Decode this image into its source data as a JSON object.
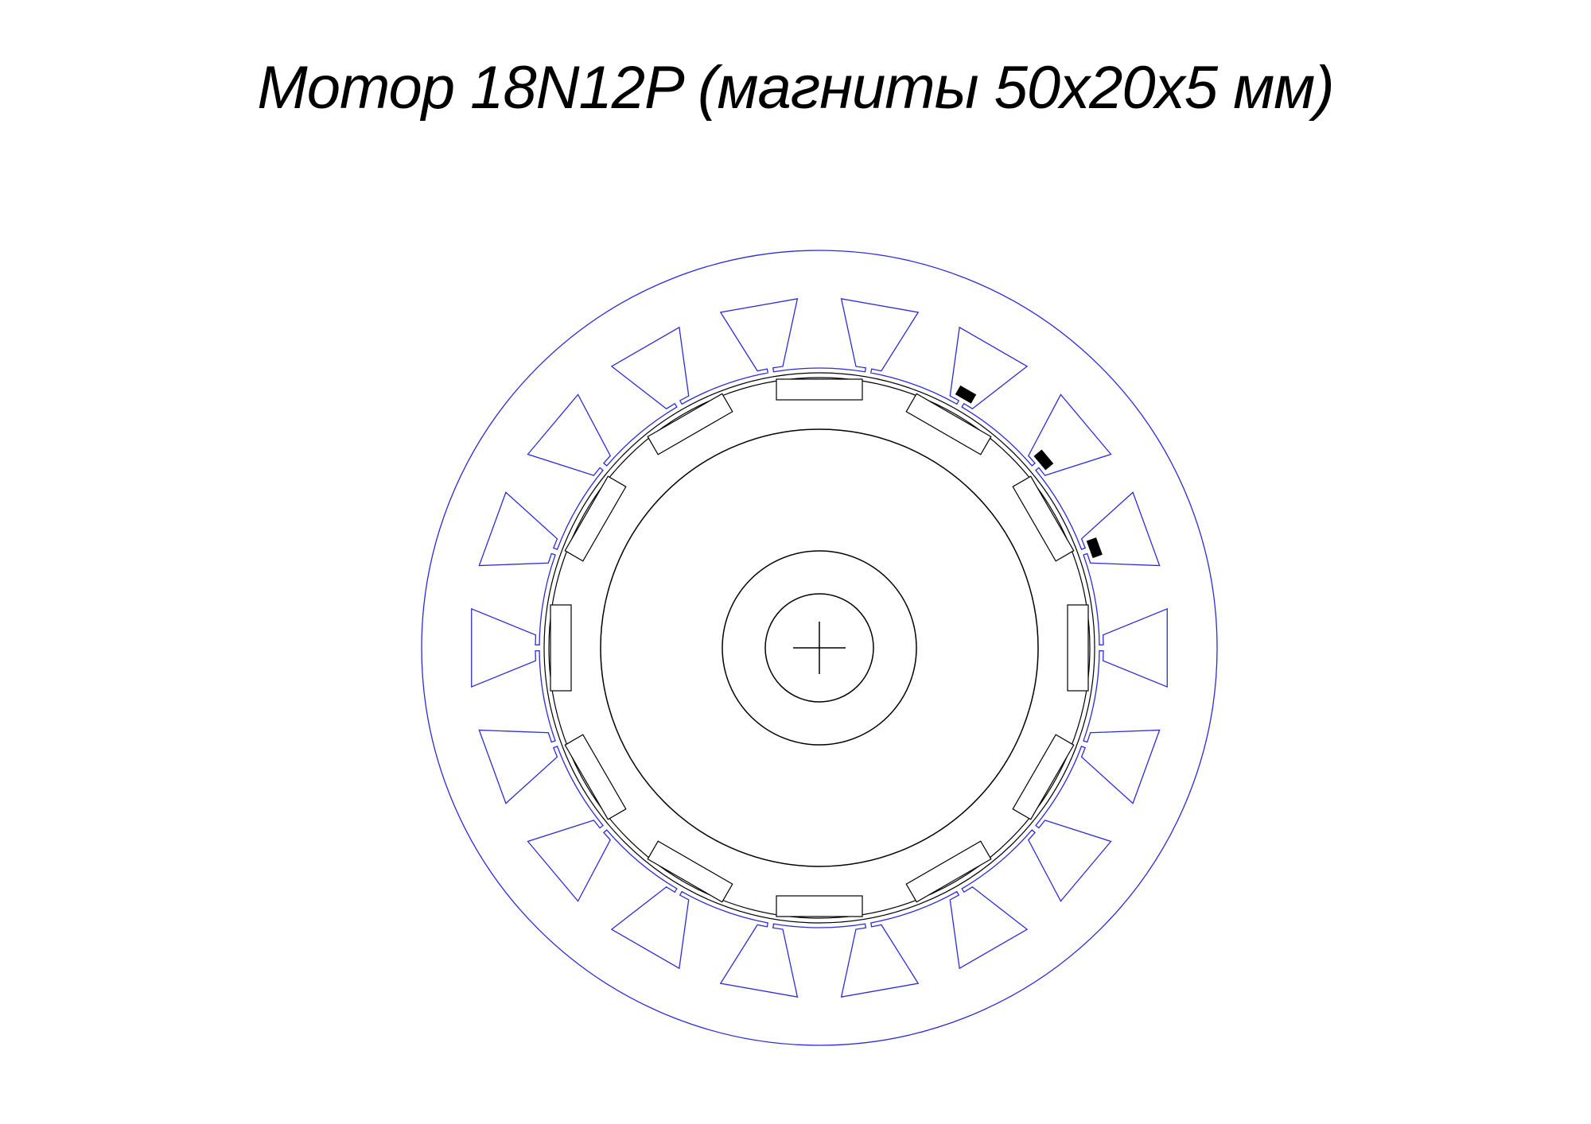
{
  "title": "Мотор 18N12P  (магниты 50х20х5 мм)",
  "motor": {
    "stator_slots": 18,
    "rotor_magnets": 12,
    "hall_sensors": 3
  },
  "colors": {
    "stator": "#2b2bd9",
    "rotor": "#000000",
    "background": "#ffffff"
  }
}
